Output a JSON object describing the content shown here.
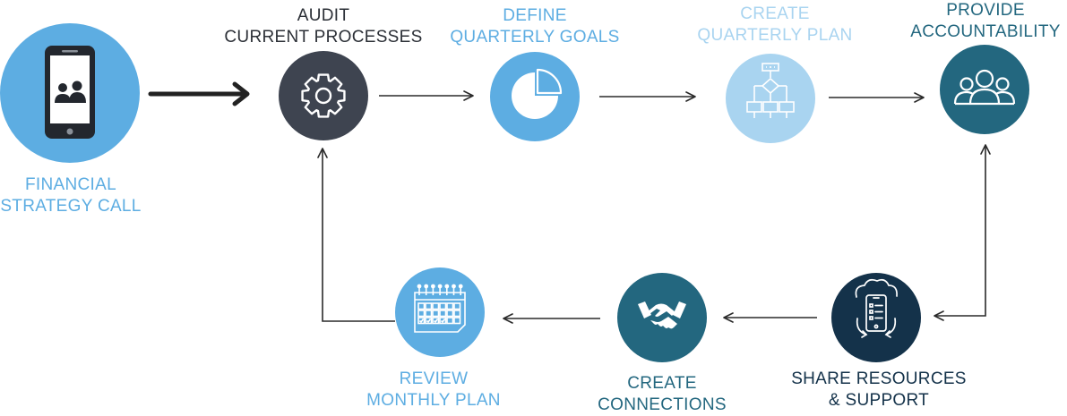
{
  "colors": {
    "light_blue": "#5dade2",
    "pale_blue": "#a9d4f0",
    "dark_slate": "#3e4450",
    "teal": "#23677f",
    "navy": "#14324a",
    "arrow": "#2a2a2a"
  },
  "steps": [
    {
      "id": "financial-strategy-call",
      "icon": "phone-users-icon",
      "lines": [
        "FINANCIAL",
        "STRATEGY CALL"
      ]
    },
    {
      "id": "audit-current-processes",
      "icon": "gear-icon",
      "lines": [
        "AUDIT",
        "CURRENT PROCESSES"
      ]
    },
    {
      "id": "define-quarterly-goals",
      "icon": "pie-chart-icon",
      "lines": [
        "DEFINE",
        "QUARTERLY GOALS"
      ]
    },
    {
      "id": "create-quarterly-plan",
      "icon": "flowchart-icon",
      "lines": [
        "CREATE",
        "QUARTERLY PLAN"
      ]
    },
    {
      "id": "provide-accountability",
      "icon": "group-icon",
      "lines": [
        "PROVIDE",
        "ACCOUNTABILITY"
      ]
    },
    {
      "id": "share-resources-support",
      "icon": "cloud-phone-icon",
      "lines": [
        "SHARE RESOURCES",
        "& SUPPORT"
      ]
    },
    {
      "id": "create-connections",
      "icon": "handshake-icon",
      "lines": [
        "CREATE",
        "CONNECTIONS"
      ]
    },
    {
      "id": "review-monthly-plan",
      "icon": "calendar-icon",
      "lines": [
        "REVIEW",
        "MONTHLY PLAN"
      ]
    }
  ]
}
